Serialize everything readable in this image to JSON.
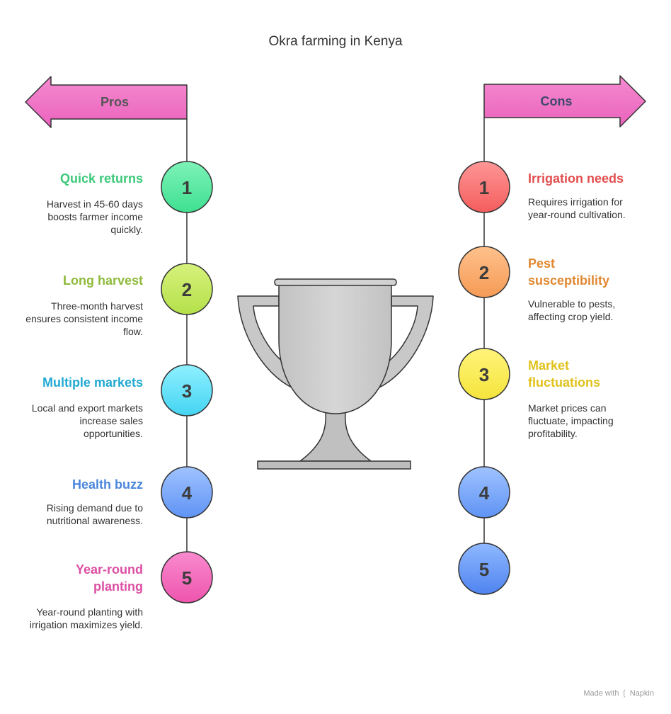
{
  "title": "Okra farming in Kenya",
  "pros": {
    "label": "Pros",
    "items": [
      {
        "number": "1",
        "title": "Quick returns",
        "description": "Harvest in 45-60 days boosts farmer income quickly.",
        "color": "#3cc97a"
      },
      {
        "number": "2",
        "title": "Long harvest",
        "description": "Three-month harvest ensures consistent income flow.",
        "color": "#8fba3b"
      },
      {
        "number": "3",
        "title": "Multiple markets",
        "description": "Local and export markets increase sales opportunities.",
        "color": "#22a9d3"
      },
      {
        "number": "4",
        "title": "Health buzz",
        "description": "Rising demand due to nutritional awareness.",
        "color": "#4a86dc"
      },
      {
        "number": "5",
        "title": "Year-round planting",
        "description": "Year-round planting with irrigation maximizes yield.",
        "color": "#dc4fa3"
      }
    ]
  },
  "cons": {
    "label": "Cons",
    "items": [
      {
        "number": "1",
        "title": "Irrigation needs",
        "description": "Requires irrigation for year-round cultivation.",
        "color": "#e24e4e"
      },
      {
        "number": "2",
        "title": "Pest susceptibility",
        "description": "Vulnerable to pests, affecting crop yield.",
        "color": "#e08830"
      },
      {
        "number": "3",
        "title": "Market fluctuations",
        "description": "Market prices can fluctuate, impacting profitability.",
        "color": "#e0c21c"
      },
      {
        "number": "4",
        "title": "",
        "description": ""
      },
      {
        "number": "5",
        "title": "",
        "description": ""
      }
    ]
  },
  "center_icon": "trophy-icon",
  "footer": {
    "made_with": "Made with",
    "brand": "Napkin"
  }
}
